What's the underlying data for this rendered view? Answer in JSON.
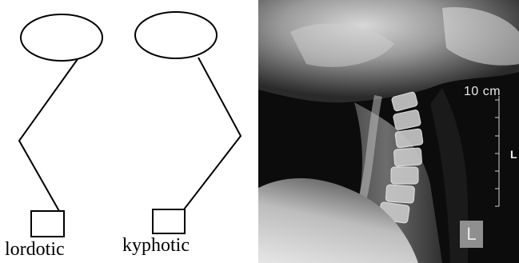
{
  "diagrams": {
    "left_caption": "lordotic",
    "right_caption": "kyphotic"
  },
  "xray": {
    "scale_text": "10 cm",
    "side_marker": "L",
    "edge_label": "L"
  }
}
